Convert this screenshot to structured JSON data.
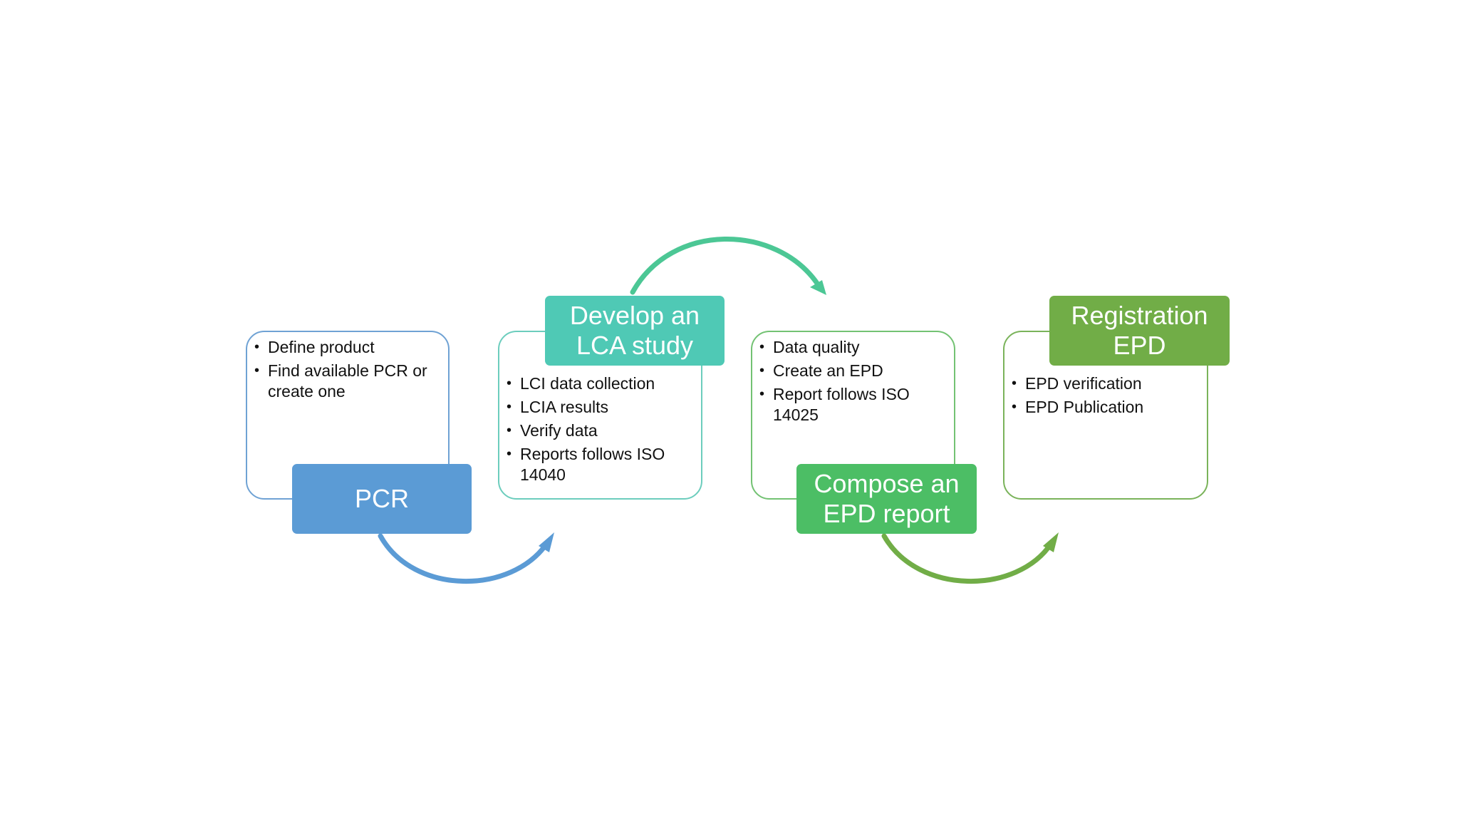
{
  "colors": {
    "pcr": "#5b9bd5",
    "lca": "#4fc9b5",
    "epd_report": "#4cbe65",
    "registration": "#71ad47",
    "pcr_border": "#6fa2d4",
    "lca_border": "#6ccdbd",
    "epd_report_border": "#73c273",
    "registration_border": "#7ab35a",
    "arrow_blue": "#5b9bd5",
    "arrow_teal": "#4cc795",
    "arrow_green": "#71ad47"
  },
  "steps": [
    {
      "header": "PCR",
      "bullets": [
        "Define product",
        "Find available PCR or create one"
      ]
    },
    {
      "header": "Develop an LCA study",
      "bullets": [
        "LCI data collection",
        "LCIA results",
        "Verify data",
        "Reports follows ISO 14040"
      ]
    },
    {
      "header": "Compose an EPD report",
      "bullets": [
        "Data quality",
        "Create an EPD",
        "Report follows ISO 14025"
      ]
    },
    {
      "header": "Registration EPD",
      "bullets": [
        "EPD verification",
        "EPD Publication"
      ]
    }
  ],
  "arrows": [
    {
      "name": "arrow-pcr-to-lca",
      "color_key": "arrow_blue"
    },
    {
      "name": "arrow-lca-to-epd-report",
      "color_key": "arrow_teal"
    },
    {
      "name": "arrow-epd-report-to-registration",
      "color_key": "arrow_green"
    }
  ]
}
